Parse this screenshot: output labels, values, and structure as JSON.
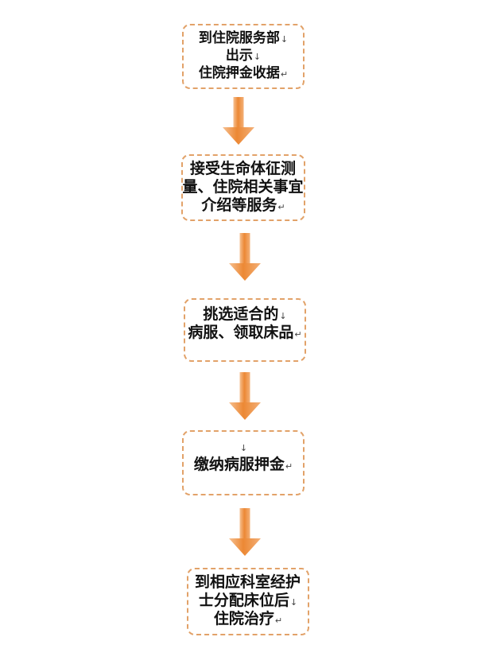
{
  "flowchart": {
    "description": "hospital-admission-process-flowchart",
    "colors": {
      "box_border": "#e2a269",
      "arrow_light": "#f6c091",
      "arrow_dark": "#ec8834",
      "arrow_mid": "#f3b078",
      "text": "#111111",
      "mark": "#444444"
    },
    "steps": [
      {
        "lines": [
          {
            "text": "到住院服务部",
            "mark": "↓"
          },
          {
            "text": "出示",
            "mark": "↓"
          },
          {
            "text": "住院押金收据",
            "mark": "↵"
          }
        ]
      },
      {
        "lines": [
          {
            "text": "接受生命体征测",
            "mark": ""
          },
          {
            "text": "量、住院相关事宜",
            "mark": ""
          },
          {
            "text": "介绍等服务",
            "mark": "↵"
          }
        ]
      },
      {
        "lines": [
          {
            "text": "挑选适合的",
            "mark": "↓"
          },
          {
            "text": "病服、领取床品",
            "mark": "↵"
          }
        ]
      },
      {
        "lines": [
          {
            "text": "",
            "mark": "↓"
          },
          {
            "text": "缴纳病服押金",
            "mark": "↵"
          }
        ]
      },
      {
        "lines": [
          {
            "text": "到相应科室经护",
            "mark": ""
          },
          {
            "text": "士分配床位后",
            "mark": "↓"
          },
          {
            "text": "住院治疗",
            "mark": "↵"
          }
        ]
      }
    ]
  }
}
